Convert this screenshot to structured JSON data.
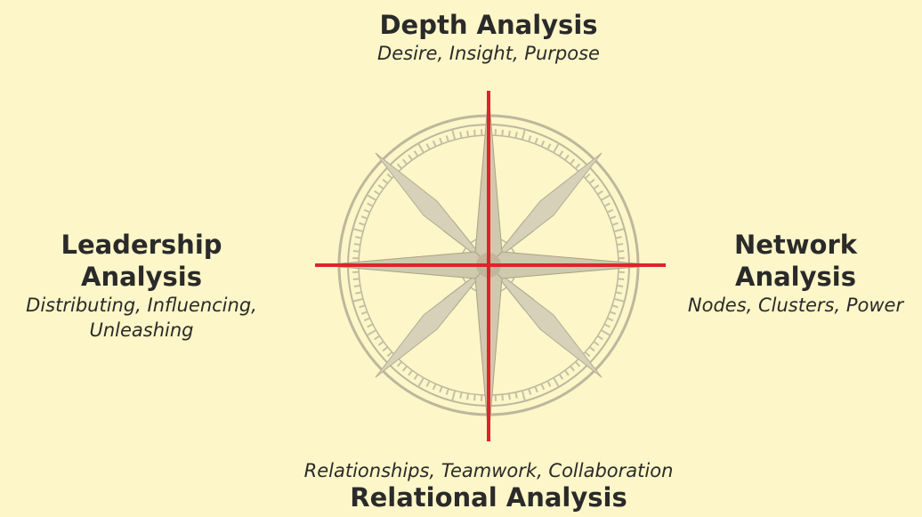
{
  "diagram": {
    "top": {
      "title": "Depth Analysis",
      "subtitle": "Desire, Insight, Purpose"
    },
    "right": {
      "title": "Network Analysis",
      "subtitle": "Nodes, Clusters, Power"
    },
    "bottom": {
      "title": "Relational Analysis",
      "subtitle": "Relationships, Teamwork, Collaboration"
    },
    "left": {
      "title": "Leadership Analysis",
      "subtitle_line1": "Distributing, Influencing,",
      "subtitle_line2": "Unleashing"
    }
  },
  "colors": {
    "background": "#fcf6c8",
    "axis": "#e0232b",
    "compass": "#b8b39a"
  }
}
